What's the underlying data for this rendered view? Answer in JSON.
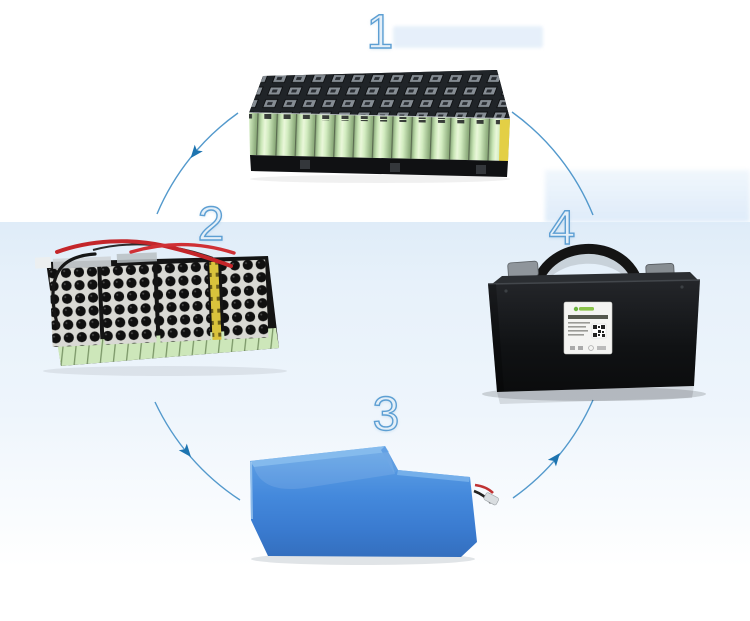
{
  "process": {
    "steps": [
      {
        "number": "1",
        "name": "bare-cell-pack"
      },
      {
        "number": "2",
        "name": "assembled-pack-with-wiring"
      },
      {
        "number": "3",
        "name": "pvc-shrink-wrapped-pack"
      },
      {
        "number": "4",
        "name": "finished-battery-box"
      }
    ],
    "arrows": [
      {
        "from": "1",
        "to": "2"
      },
      {
        "from": "2",
        "to": "3"
      },
      {
        "from": "3",
        "to": "4"
      },
      {
        "from": "4",
        "to": "1"
      }
    ]
  },
  "colors": {
    "arrow_line": "#4a94c9",
    "arrow_head": "#1d74b0",
    "step_number_stroke": "#5d9fd3",
    "cell_green": "#d2ecc0",
    "wrap_blue": "#4489dc",
    "box_black": "#111214",
    "background_band": "#e7f1fa"
  }
}
